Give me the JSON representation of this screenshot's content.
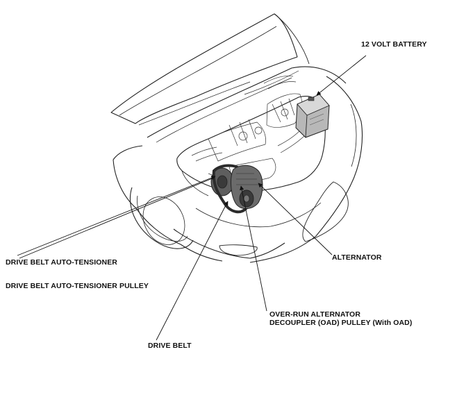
{
  "labels": {
    "battery": "12 VOLT BATTERY",
    "tensioner": "DRIVE BELT AUTO-TENSIONER",
    "tensioner_pulley": "DRIVE BELT AUTO-TENSIONER PULLEY",
    "alternator": "ALTERNATOR",
    "oad_line1": "OVER-RUN ALTERNATOR",
    "oad_line2": "DECOUPLER (OAD) PULLEY (With OAD)",
    "drive_belt": "DRIVE BELT"
  },
  "colors": {
    "line": "#222222",
    "component_fill": "#6b6b6b",
    "component_dark": "#3a3a3a",
    "background": "#ffffff"
  }
}
